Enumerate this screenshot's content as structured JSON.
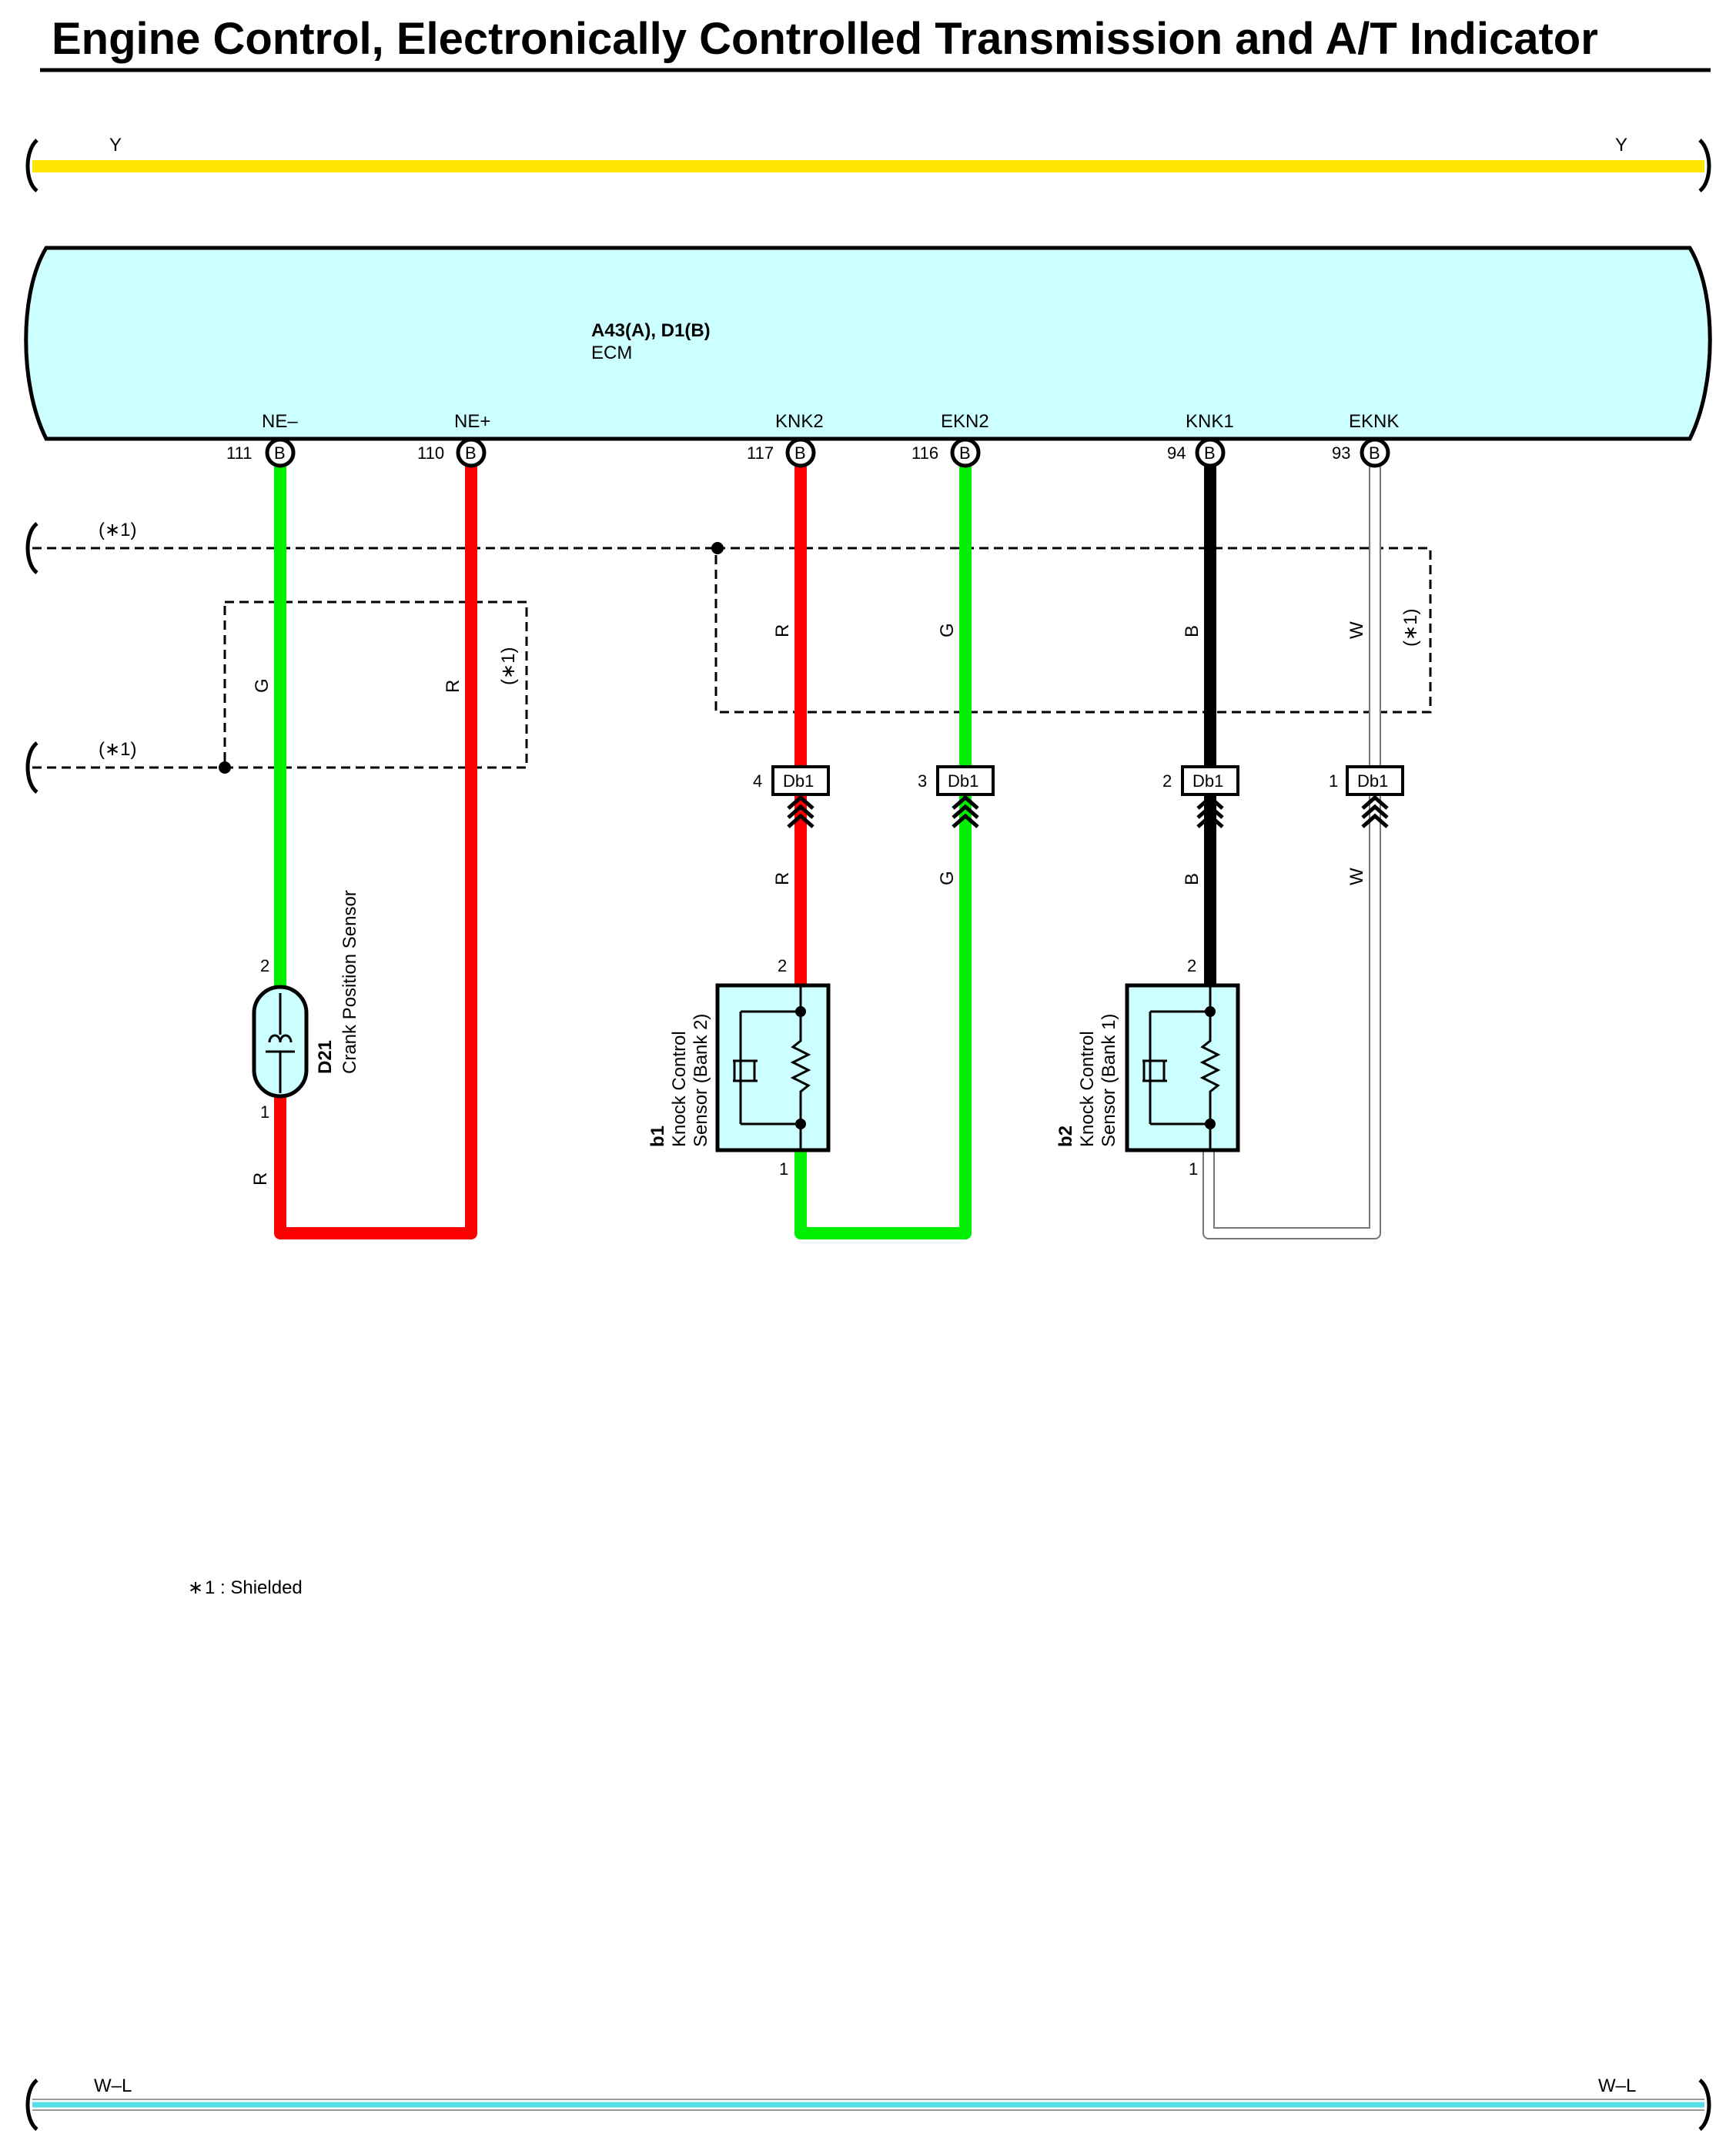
{
  "title": "Engine Control, Electronically Controlled Transmission and A/T Indicator",
  "top_bus": {
    "left_label": "Y",
    "right_label": "Y",
    "color": "#ffe600"
  },
  "bottom_bus": {
    "left_label": "W–L",
    "right_label": "W–L",
    "color": "#55dde8"
  },
  "ecm": {
    "code": "A43(A), D1(B)",
    "name": "ECM",
    "fill": "#ccffff"
  },
  "ecm_pins": [
    {
      "name": "NE–",
      "number": "111",
      "connector": "B"
    },
    {
      "name": "NE+",
      "number": "110",
      "connector": "B"
    },
    {
      "name": "KNK2",
      "number": "117",
      "connector": "B"
    },
    {
      "name": "EKN2",
      "number": "116",
      "connector": "B"
    },
    {
      "name": "KNK1",
      "number": "94",
      "connector": "B"
    },
    {
      "name": "EKNK",
      "number": "93",
      "connector": "B"
    }
  ],
  "shield_labels": {
    "left_upper": "(∗1)",
    "left_lower": "(∗1)",
    "crank_box": "(∗1)",
    "knock_box": "(∗1)"
  },
  "wire_colors": {
    "ne_minus": "G",
    "ne_plus": "R",
    "knk2_upper": "R",
    "ekn2_upper": "G",
    "knk1_upper": "B",
    "eknk_upper": "W",
    "knk2_lower": "R",
    "ekn2_lower": "G",
    "knk1_lower": "B",
    "eknk_lower": "W",
    "crank_return": "R"
  },
  "connectors_db1": [
    {
      "pin": "4",
      "code": "Db1"
    },
    {
      "pin": "3",
      "code": "Db1"
    },
    {
      "pin": "2",
      "code": "Db1"
    },
    {
      "pin": "1",
      "code": "Db1"
    }
  ],
  "crank_sensor": {
    "code": "D21",
    "name": "Crank Position Sensor",
    "pin_top": "2",
    "pin_bottom": "1"
  },
  "knock_bank2": {
    "code": "b1",
    "name_line1": "Knock Control",
    "name_line2": "Sensor (Bank 2)",
    "pin_top": "2",
    "pin_bottom": "1"
  },
  "knock_bank1": {
    "code": "b2",
    "name_line1": "Knock Control",
    "name_line2": "Sensor (Bank 1)",
    "pin_top": "2",
    "pin_bottom": "1"
  },
  "footnote": {
    "mark": "∗",
    "text": "1 : Shielded"
  }
}
